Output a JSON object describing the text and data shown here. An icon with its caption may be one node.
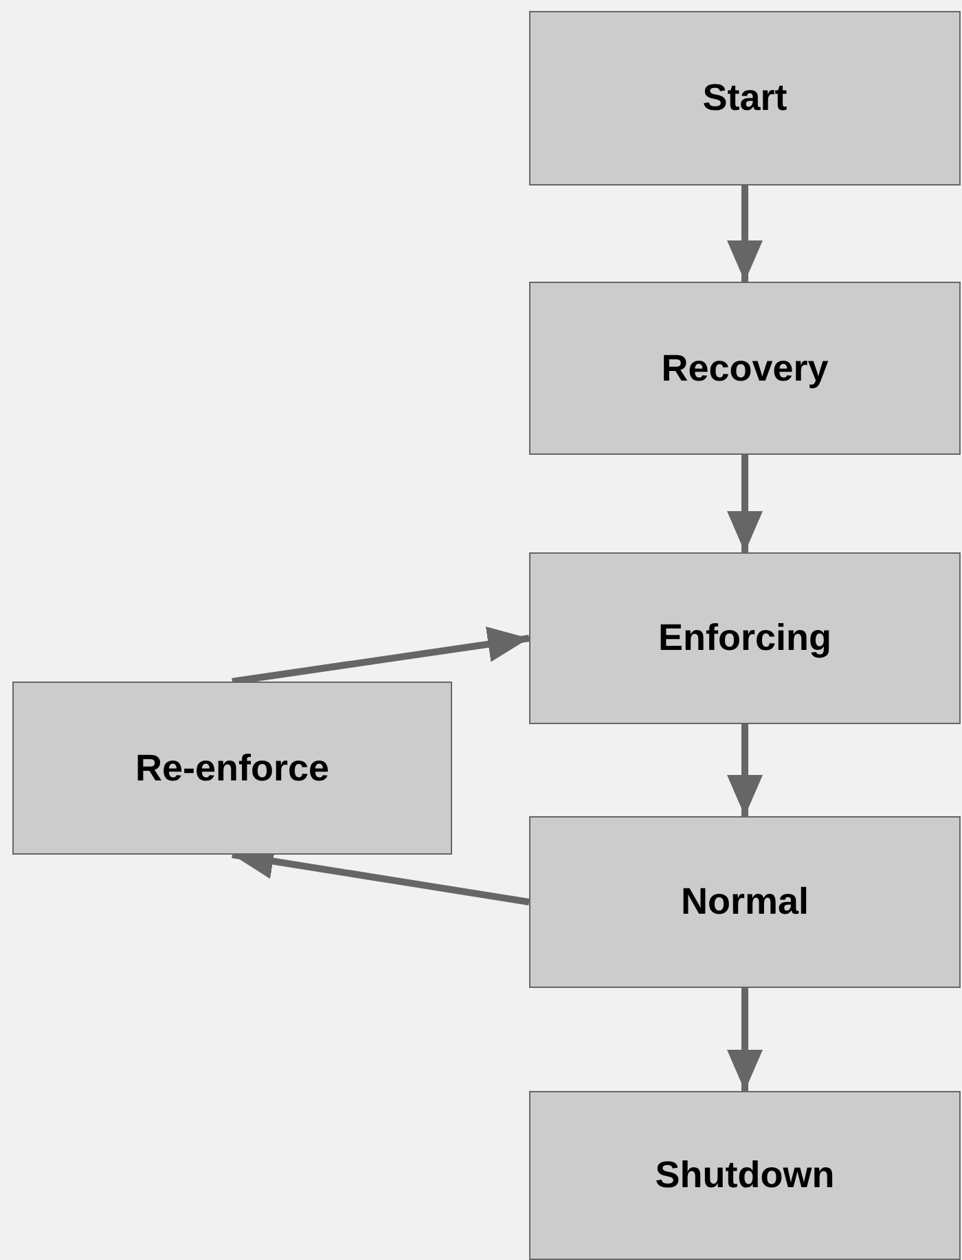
{
  "diagram": {
    "nodes": [
      {
        "text": [
          "Start"
        ]
      },
      {
        "text": [
          "Recovery"
        ]
      },
      {
        "text": [
          "Enforcing"
        ]
      },
      {
        "text": [
          "Re-enforce"
        ]
      },
      {
        "text": [
          "Normal"
        ]
      },
      {
        "text": [
          "Shutdown"
        ]
      }
    ],
    "edges": [
      {
        "from": 0,
        "to": 1,
        "arrow": "to"
      },
      {
        "from": 1,
        "to": 2,
        "arrow": "to"
      },
      {
        "from": 2,
        "to": 4,
        "arrow": "to"
      },
      {
        "from": 4,
        "to": 5,
        "arrow": "to"
      },
      {
        "from": 3,
        "to": 2,
        "arrow": "to"
      },
      {
        "from": 4,
        "to": 3,
        "arrow": "to"
      }
    ]
  }
}
